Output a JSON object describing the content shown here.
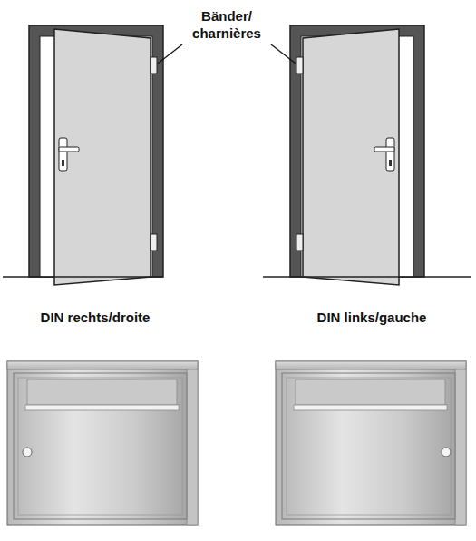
{
  "diagram": {
    "labels": [
      "Bänder/ charnières",
      "DIN rechts/droite",
      "DIN links/gauche"
    ]
  }
}
